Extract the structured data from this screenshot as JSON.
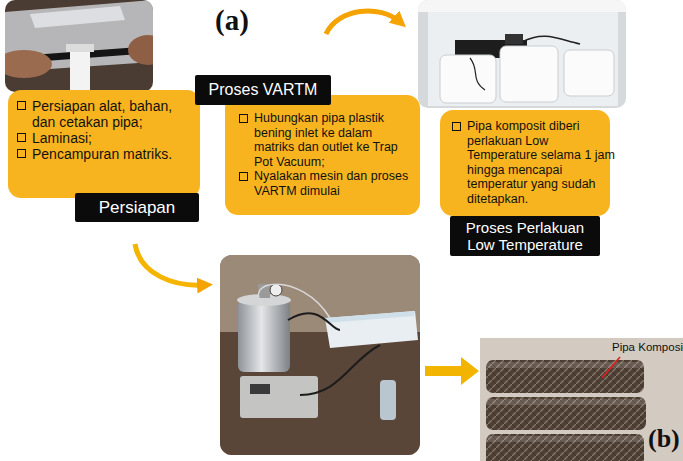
{
  "diagram": {
    "nodes": [
      {
        "text": [
          "Persiapan alat, bahan, dan cetakan pipa;",
          "Laminasi;",
          "Pencampuran matriks.",
          "Persiapan"
        ]
      },
      {
        "text": [
          "Proses VARTM",
          "Hubungkan pipa plastik bening inlet ke dalam matriks dan outlet ke Trap Pot Vacuum;",
          "Nyalakan mesin dan proses VARTM dimulai"
        ]
      },
      {
        "text": [
          "Pipa komposit diberi perlakuan Low Temperature selama 1 jam hingga mencapai temperatur yang sudah ditetapkan.",
          "Proses Perlakuan Low Temperature"
        ]
      }
    ],
    "labels": [
      "(a)",
      "Pipa Komposi",
      "(b)"
    ]
  }
}
